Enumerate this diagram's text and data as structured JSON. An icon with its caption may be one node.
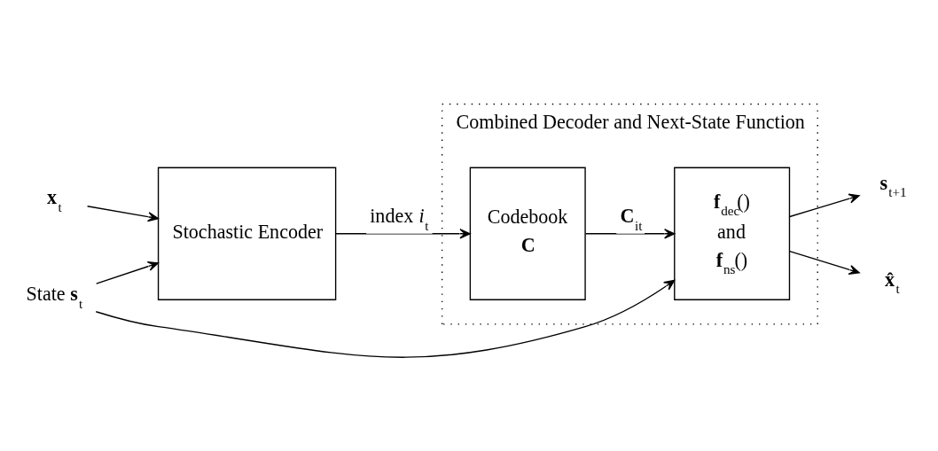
{
  "diagram": {
    "nodes": [
      {
        "text": [
          "**x**$_{t}$"
        ]
      },
      {
        "text": [
          "Stochastic Encoder"
        ]
      },
      {
        "text": [
          "Combined Decoder and Next-State Function"
        ]
      },
      {
        "text": [
          "Codebook",
          "**C**"
        ],
        "in": 2
      },
      {
        "text": [
          "**f**$_{dec}$()",
          "and",
          "**f**$_{ns}$()"
        ],
        "in": 2
      },
      {
        "text": [
          "**s**$_{t+1}$"
        ]
      },
      {
        "text": [
          "**x̂**$_{t}$"
        ]
      },
      {
        "text": [
          "State **s**$_{t}$"
        ]
      }
    ],
    "edges": [
      {
        "from": 0,
        "to": 1,
        "arrow": "to"
      },
      {
        "from": 1,
        "to": 3,
        "arrow": "to",
        "label": "index *i*$_{t}$"
      },
      {
        "from": 3,
        "to": 4,
        "arrow": "to",
        "label": "**C**$_{it}$"
      },
      {
        "from": 4,
        "to": 5,
        "arrow": "to"
      },
      {
        "from": 4,
        "to": 6,
        "arrow": "to"
      },
      {
        "from": 7,
        "to": 1,
        "arrow": "to"
      },
      {
        "from": 7,
        "to": 4,
        "arrow": "to"
      }
    ]
  }
}
